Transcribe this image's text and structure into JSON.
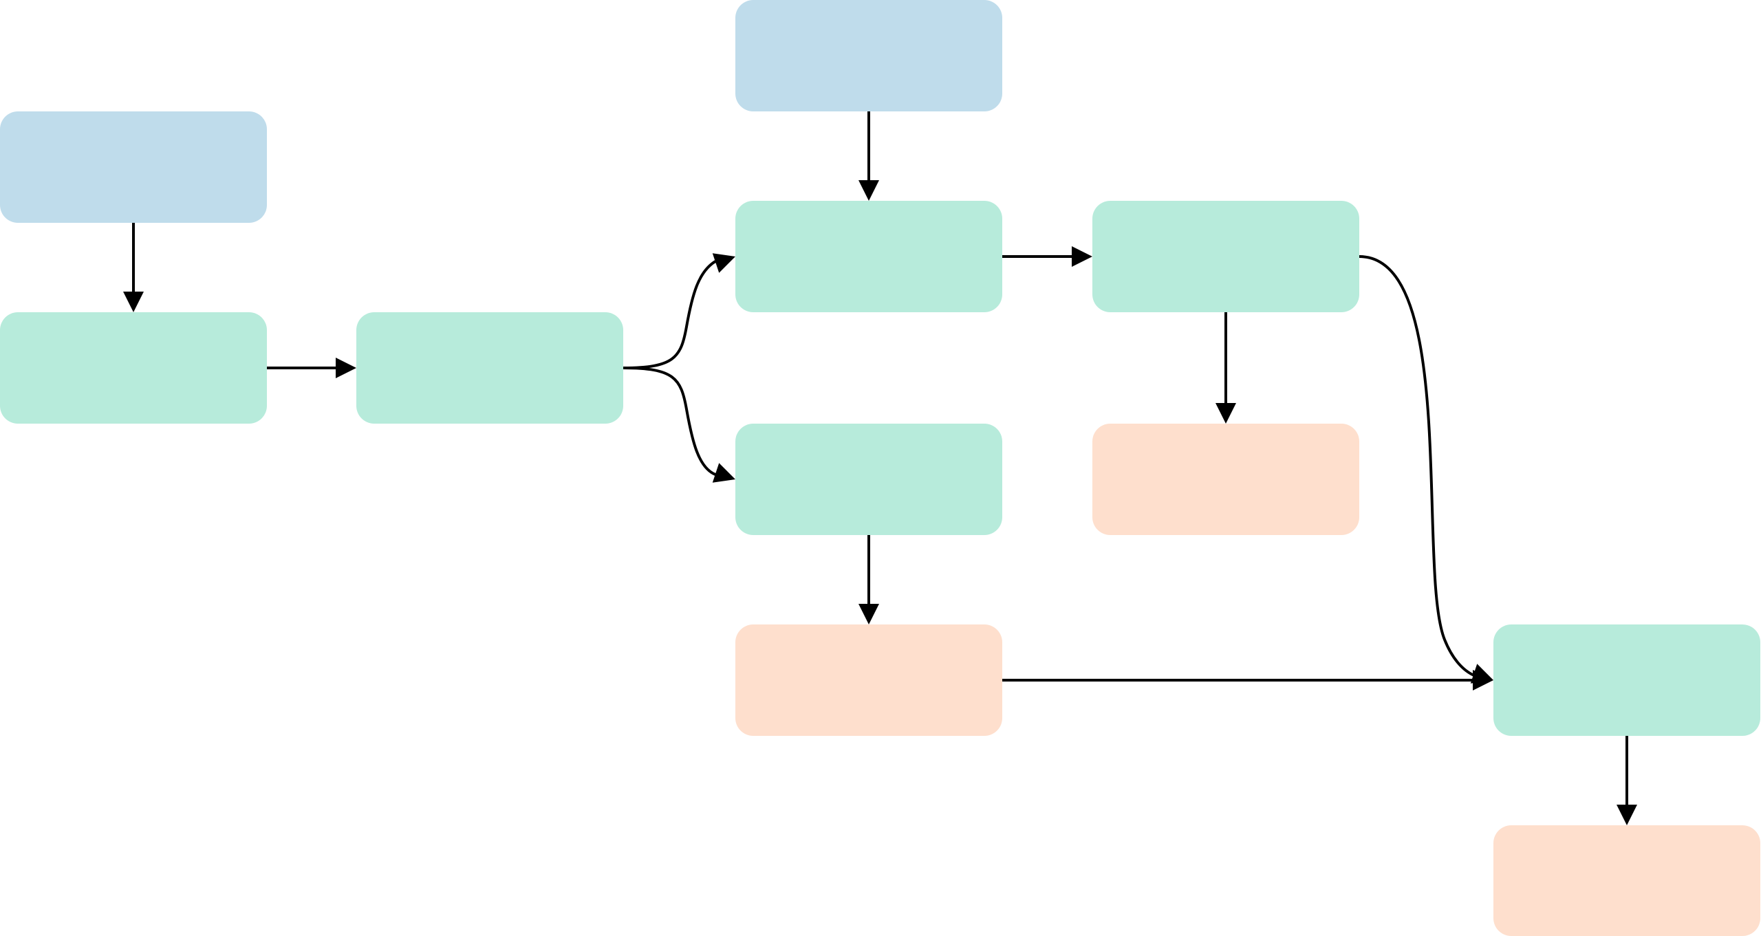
{
  "colors": {
    "input": "#bfdceb",
    "process": "#b7ebdb",
    "output": "#fedfcd",
    "edge": "#000000"
  },
  "nodes": [
    {
      "id": "n1",
      "kind": "input",
      "label": ""
    },
    {
      "id": "n2",
      "kind": "process",
      "label": ""
    },
    {
      "id": "n3",
      "kind": "process",
      "label": ""
    },
    {
      "id": "n4",
      "kind": "input",
      "label": ""
    },
    {
      "id": "n5",
      "kind": "process",
      "label": ""
    },
    {
      "id": "n6",
      "kind": "process",
      "label": ""
    },
    {
      "id": "n7",
      "kind": "output",
      "label": ""
    },
    {
      "id": "n8",
      "kind": "process",
      "label": ""
    },
    {
      "id": "n9",
      "kind": "output",
      "label": ""
    },
    {
      "id": "n10",
      "kind": "process",
      "label": ""
    },
    {
      "id": "n11",
      "kind": "output",
      "label": ""
    }
  ],
  "edges": [
    {
      "id": "e1",
      "from": "n1",
      "to": "n2"
    },
    {
      "id": "e2",
      "from": "n2",
      "to": "n3"
    },
    {
      "id": "e3",
      "from": "n3",
      "to": "n5"
    },
    {
      "id": "e4",
      "from": "n3",
      "to": "n6"
    },
    {
      "id": "e5",
      "from": "n4",
      "to": "n5"
    },
    {
      "id": "e6",
      "from": "n5",
      "to": "n8"
    },
    {
      "id": "e7",
      "from": "n8",
      "to": "n9"
    },
    {
      "id": "e8",
      "from": "n8",
      "to": "n10"
    },
    {
      "id": "e9",
      "from": "n6",
      "to": "n7"
    },
    {
      "id": "e10",
      "from": "n7",
      "to": "n10"
    },
    {
      "id": "e11",
      "from": "n10",
      "to": "n11"
    }
  ]
}
